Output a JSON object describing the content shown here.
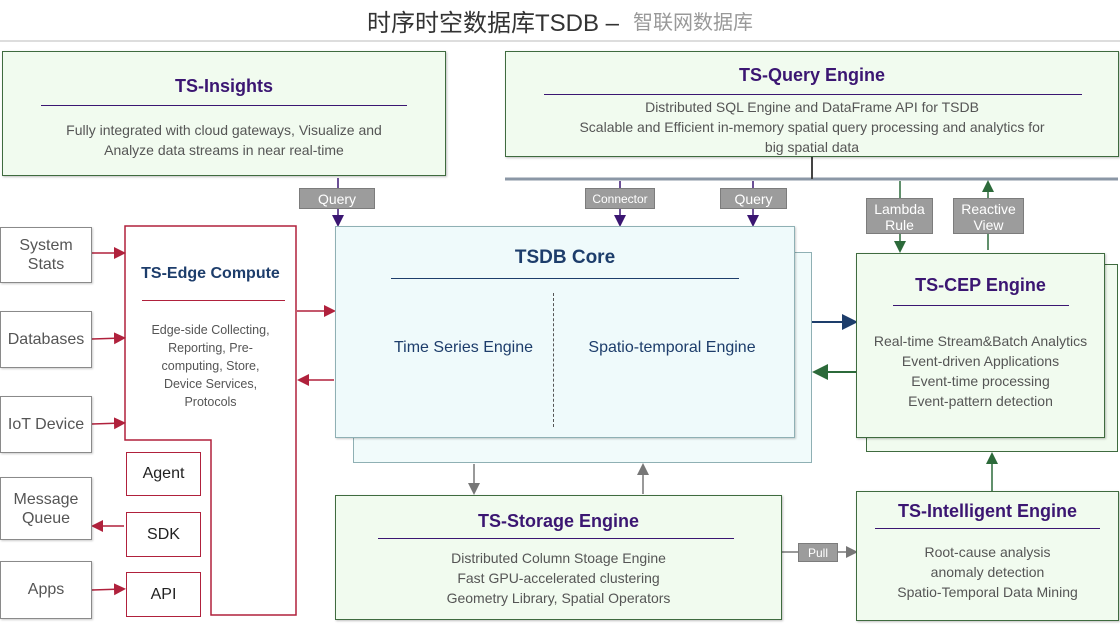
{
  "header": {
    "title_main": "时序时空数据库TSDB –",
    "title_sub": "智联网数据库"
  },
  "insights": {
    "title": "TS-Insights",
    "body": [
      "Fully integrated with cloud gateways, Visualize and",
      "Analyze data streams in near real-time"
    ]
  },
  "query_engine": {
    "title": "TS-Query Engine",
    "body": [
      "Distributed SQL Engine and DataFrame API for TSDB",
      "Scalable and Efficient in-memory spatial query processing and analytics for",
      "big spatial data"
    ]
  },
  "tags": {
    "query_left": "Query",
    "connector": "Connector",
    "query_right": "Query",
    "lambda": [
      "Lambda",
      "Rule"
    ],
    "reactive": [
      "Reactive",
      "View"
    ],
    "pull": "Pull"
  },
  "sources": {
    "system_stats": [
      "System",
      "Stats"
    ],
    "databases": "Databases",
    "iot_device": "IoT Device",
    "message_queue": [
      "Message",
      "Queue"
    ],
    "apps": "Apps"
  },
  "edge": {
    "title": "TS-Edge Compute",
    "body": [
      "Edge-side Collecting,",
      "Reporting, Pre-",
      "computing, Store,",
      "Device Services,",
      "Protocols"
    ]
  },
  "sdk_boxes": {
    "agent": "Agent",
    "sdk": "SDK",
    "api": "API"
  },
  "core": {
    "title": "TSDB Core",
    "left": "Time Series Engine",
    "right": "Spatio-temporal Engine"
  },
  "cep": {
    "title": "TS-CEP Engine",
    "body": [
      "Real-time Stream&Batch Analytics",
      "Event-driven Applications",
      "Event-time processing",
      "Event-pattern detection"
    ]
  },
  "storage": {
    "title": "TS-Storage Engine",
    "body": [
      "Distributed Column Stoage Engine",
      "Fast GPU-accelerated clustering",
      "Geometry Library, Spatial Operators"
    ]
  },
  "intelligent": {
    "title": "TS-Intelligent Engine",
    "body": [
      "Root-cause analysis",
      "anomaly detection",
      "Spatio-Temporal Data Mining"
    ]
  },
  "colors": {
    "purple": "#3b1672",
    "red": "#b0213c",
    "navy": "#1d3d6b",
    "green_arrow": "#2c6a3a"
  }
}
